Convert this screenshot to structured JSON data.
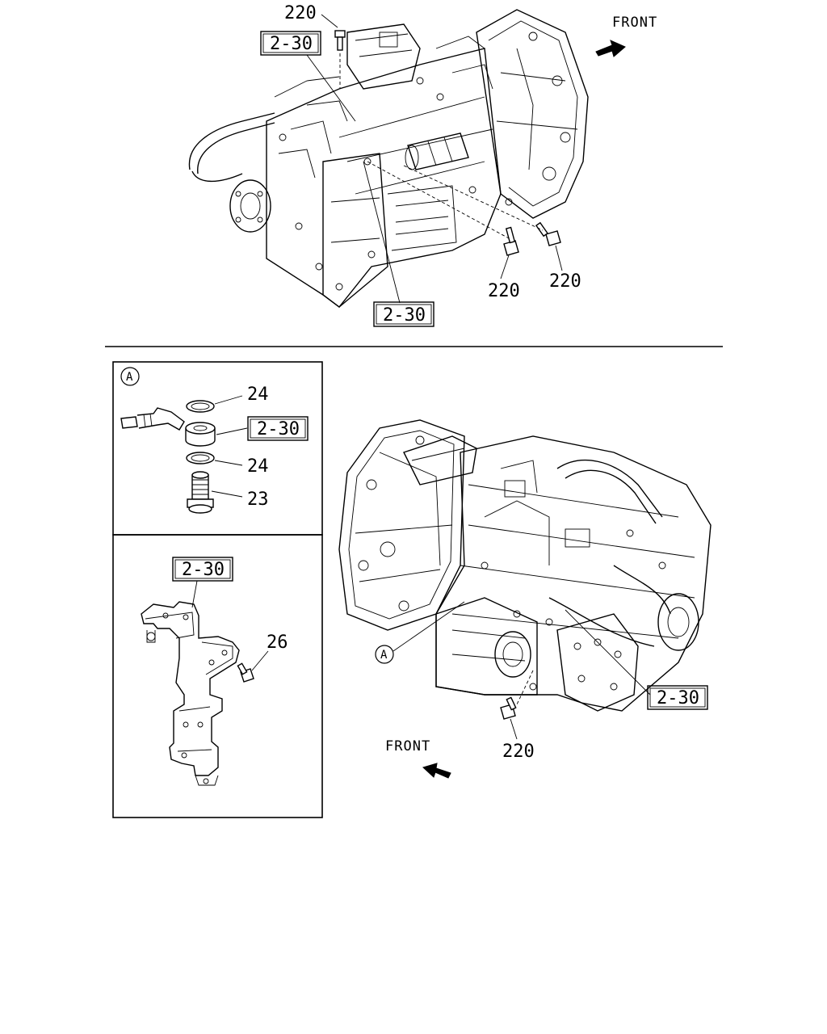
{
  "diagram": {
    "top_view": {
      "front_label": "FRONT",
      "callouts": {
        "part_220_a": "220",
        "ref_2_30_a": "2-30",
        "part_220_b": "220",
        "part_220_c": "220",
        "ref_2_30_b": "2-30"
      }
    },
    "detail_a": {
      "marker": "A",
      "callouts": {
        "part_24_upper": "24",
        "ref_2_30": "2-30",
        "part_24_lower": "24",
        "part_23": "23"
      }
    },
    "bracket_detail": {
      "callouts": {
        "ref_2_30": "2-30",
        "part_26": "26"
      }
    },
    "bottom_view": {
      "front_label": "FRONT",
      "marker": "A",
      "callouts": {
        "ref_2_30": "2-30",
        "part_220": "220"
      }
    }
  }
}
